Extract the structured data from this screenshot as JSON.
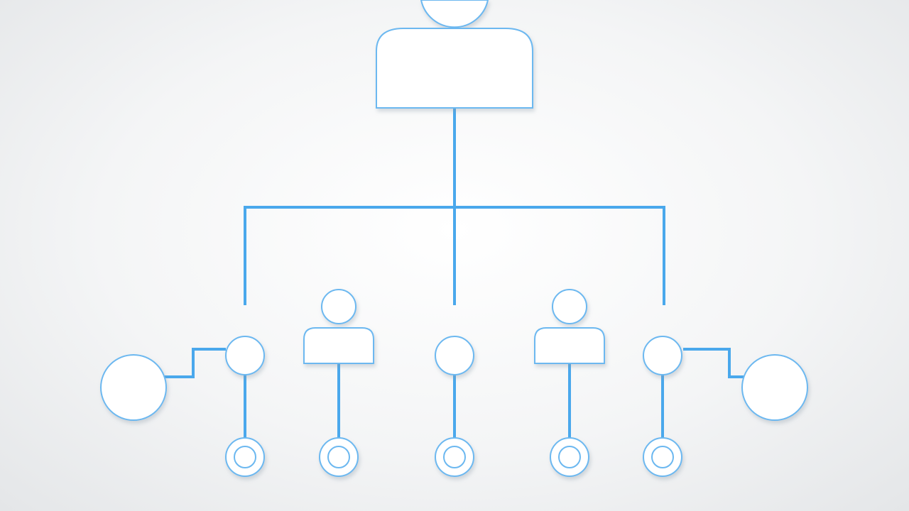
{
  "diagram": {
    "type": "org-chart",
    "colors": {
      "connector": "#4aa8ec",
      "node_border": "#6cb8f0",
      "node_fill": "#ffffff",
      "background": "#f1f2f3"
    },
    "icons": [
      "person-icon",
      "circle-node",
      "ring-node"
    ]
  }
}
